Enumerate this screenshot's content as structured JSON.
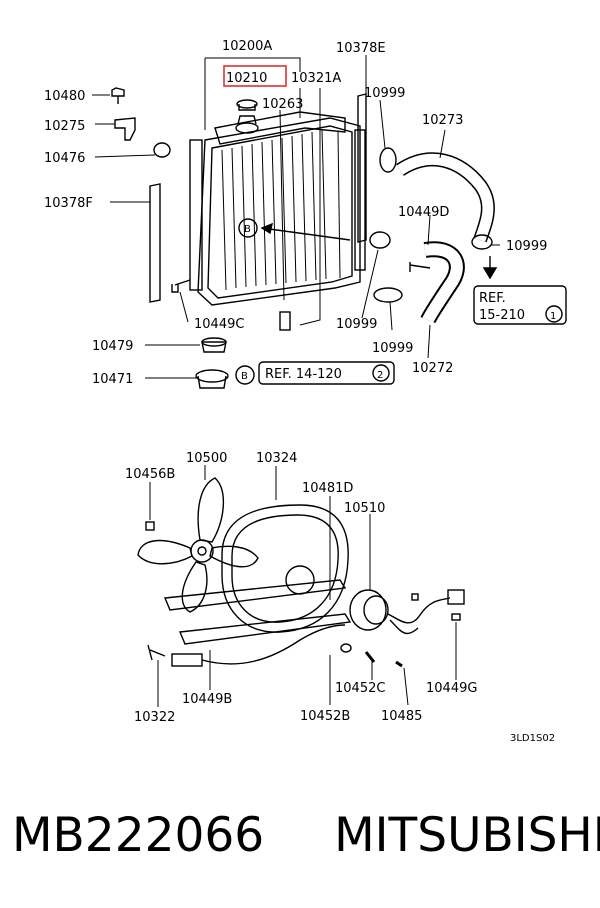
{
  "radiator_labels": {
    "p10200A": "10200A",
    "p10378E": "10378E",
    "p10210": "10210",
    "p10321A": "10321A",
    "p10263": "10263",
    "p10999a": "10999",
    "p10480": "10480",
    "p10275": "10275",
    "p10476": "10476",
    "p10273": "10273",
    "p10378F": "10378F",
    "p10449D": "10449D",
    "p10999b": "10999",
    "p10449C": "10449C",
    "p10999c": "10999",
    "p10999d": "10999",
    "p10479": "10479",
    "p10272": "10272",
    "p10471": "10471",
    "ref1_line1": "REF.",
    "ref1_line2": "15-210",
    "ref1_num": "1",
    "ref2_text": "REF. 14-120",
    "ref2_num": "2",
    "marker_b1": "B",
    "marker_b2": "B"
  },
  "fan_labels": {
    "p10500": "10500",
    "p10324": "10324",
    "p10456B": "10456B",
    "p10481D": "10481D",
    "p10510": "10510",
    "p10322": "10322",
    "p10449B": "10449B",
    "p10452C": "10452C",
    "p10449G": "10449G",
    "p10452B": "10452B",
    "p10485": "10485"
  },
  "diagram_code": "3LD1S02",
  "footer": {
    "part_number": "MB222066",
    "brand": "MITSUBISHI"
  },
  "colors": {
    "highlight": "#e03030",
    "ink": "#000000"
  }
}
